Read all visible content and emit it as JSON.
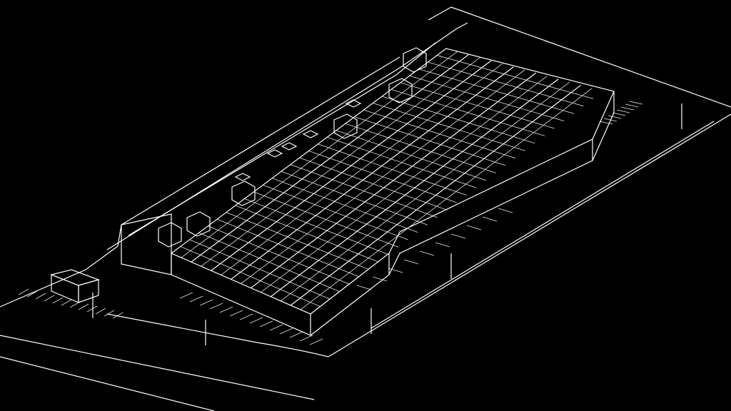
{
  "drawing": {
    "type": "isometric-wireframe-site-plan",
    "background_color": "#000000",
    "line_color": "#ffffff",
    "roof_grid": {
      "long_divisions": 14,
      "short_divisions": 30
    }
  }
}
